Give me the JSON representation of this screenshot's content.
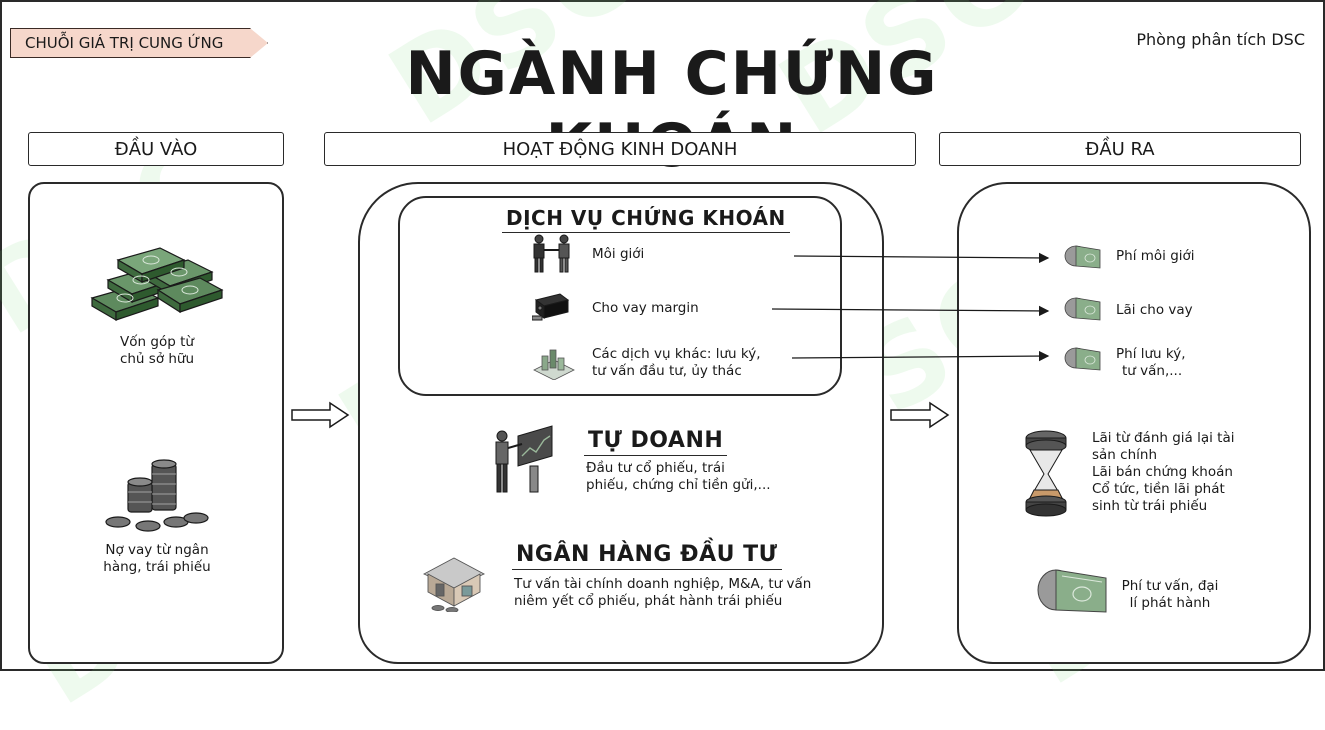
{
  "tag": "CHUỖI GIÁ TRỊ CUNG ỨNG",
  "title": "NGÀNH CHỨNG KHOÁN",
  "credit": "Phòng phân tích DSC",
  "watermark": "DSC",
  "headers": {
    "input": "ĐẦU VÀO",
    "activity": "HOẠT ĐỘNG KINH DOANH",
    "output": "ĐẦU RA"
  },
  "inputs": {
    "equity_line1": "Vốn góp từ",
    "equity_line2": "chủ sở hữu",
    "debt_line1": "Nợ vay từ ngân",
    "debt_line2": "hàng, trái phiếu"
  },
  "securities_services": {
    "title": "DỊCH VỤ CHỨNG KHOÁN",
    "brokerage": "Môi giới",
    "margin": "Cho vay margin",
    "other_line1": "Các dịch vụ khác: lưu ký,",
    "other_line2": "tư vấn đầu tư, ủy thác"
  },
  "proprietary": {
    "title": "TỰ DOANH",
    "line1": "Đầu tư cổ phiếu, trái",
    "line2": "phiếu, chứng chỉ tiền gửi,..."
  },
  "investment_banking": {
    "title": "NGÂN HÀNG ĐẦU TƯ",
    "line1": "Tư vấn tài chính doanh nghiệp, M&A, tư vấn",
    "line2": "niêm yết cổ phiếu, phát hành trái phiếu"
  },
  "outputs": {
    "brokerage_fee": "Phí môi giới",
    "margin_interest": "Lãi cho vay",
    "custody_line1": "Phí lưu ký,",
    "custody_line2": "tư vấn,...",
    "trading_line1": "Lãi từ đánh giá lại tài",
    "trading_line2": "sản chính",
    "trading_line3": "Lãi bán chứng khoán",
    "trading_line4": "Cổ tức, tiền lãi phát",
    "trading_line5": "sinh từ trái phiếu",
    "advisory_line1": "Phí tư vấn, đại",
    "advisory_line2": "lí phát hành"
  },
  "colors": {
    "tag_fill": "#f6d7cb",
    "watermark": "#78dc78",
    "money_green": "#4a7a4a",
    "ink": "#1a1a1a"
  }
}
